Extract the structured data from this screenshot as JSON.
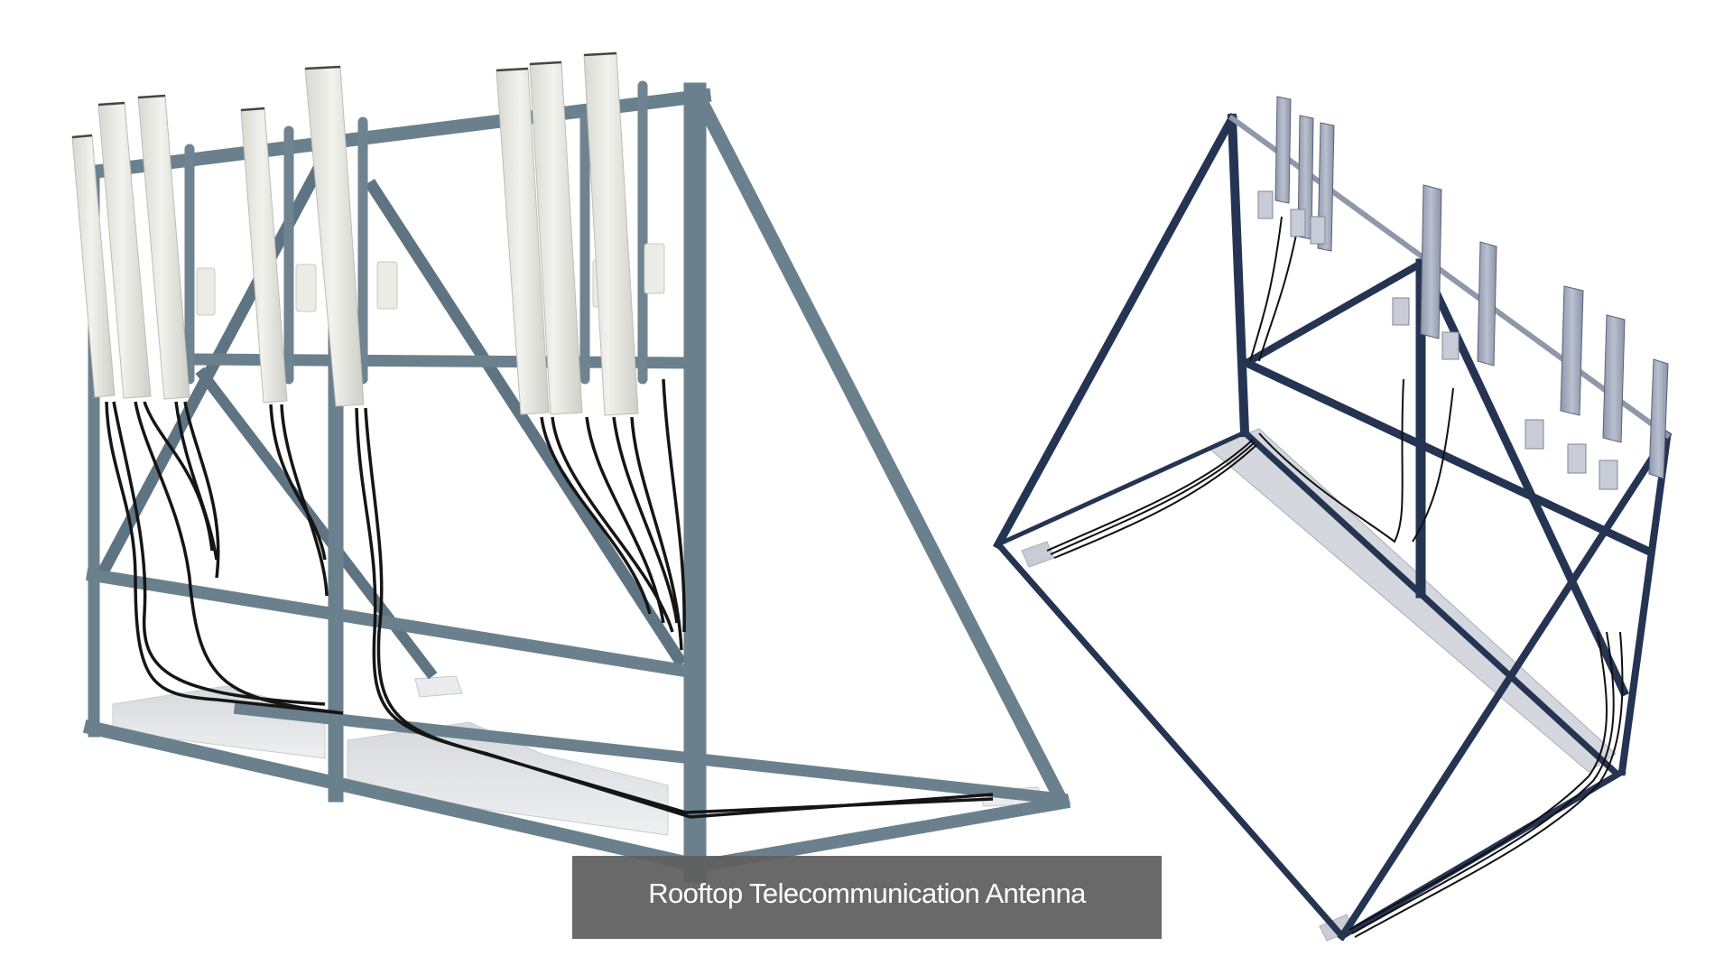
{
  "caption": {
    "text": "Rooftop Telecommunication Antenna",
    "background": "#606060",
    "color": "#ffffff"
  },
  "images": [
    {
      "id": "left-render",
      "description": "Perspective render of A-frame rooftop antenna mount with white panel antennas and RRU boxes",
      "frame_color": "#6b808d",
      "antenna_color": "#e6e6e0"
    },
    {
      "id": "right-render",
      "description": "Top-down perspective render of the same A-frame mount with dark frame and concrete ballast blocks",
      "frame_color": "#243452",
      "antenna_color": "#a9b2c4"
    }
  ]
}
